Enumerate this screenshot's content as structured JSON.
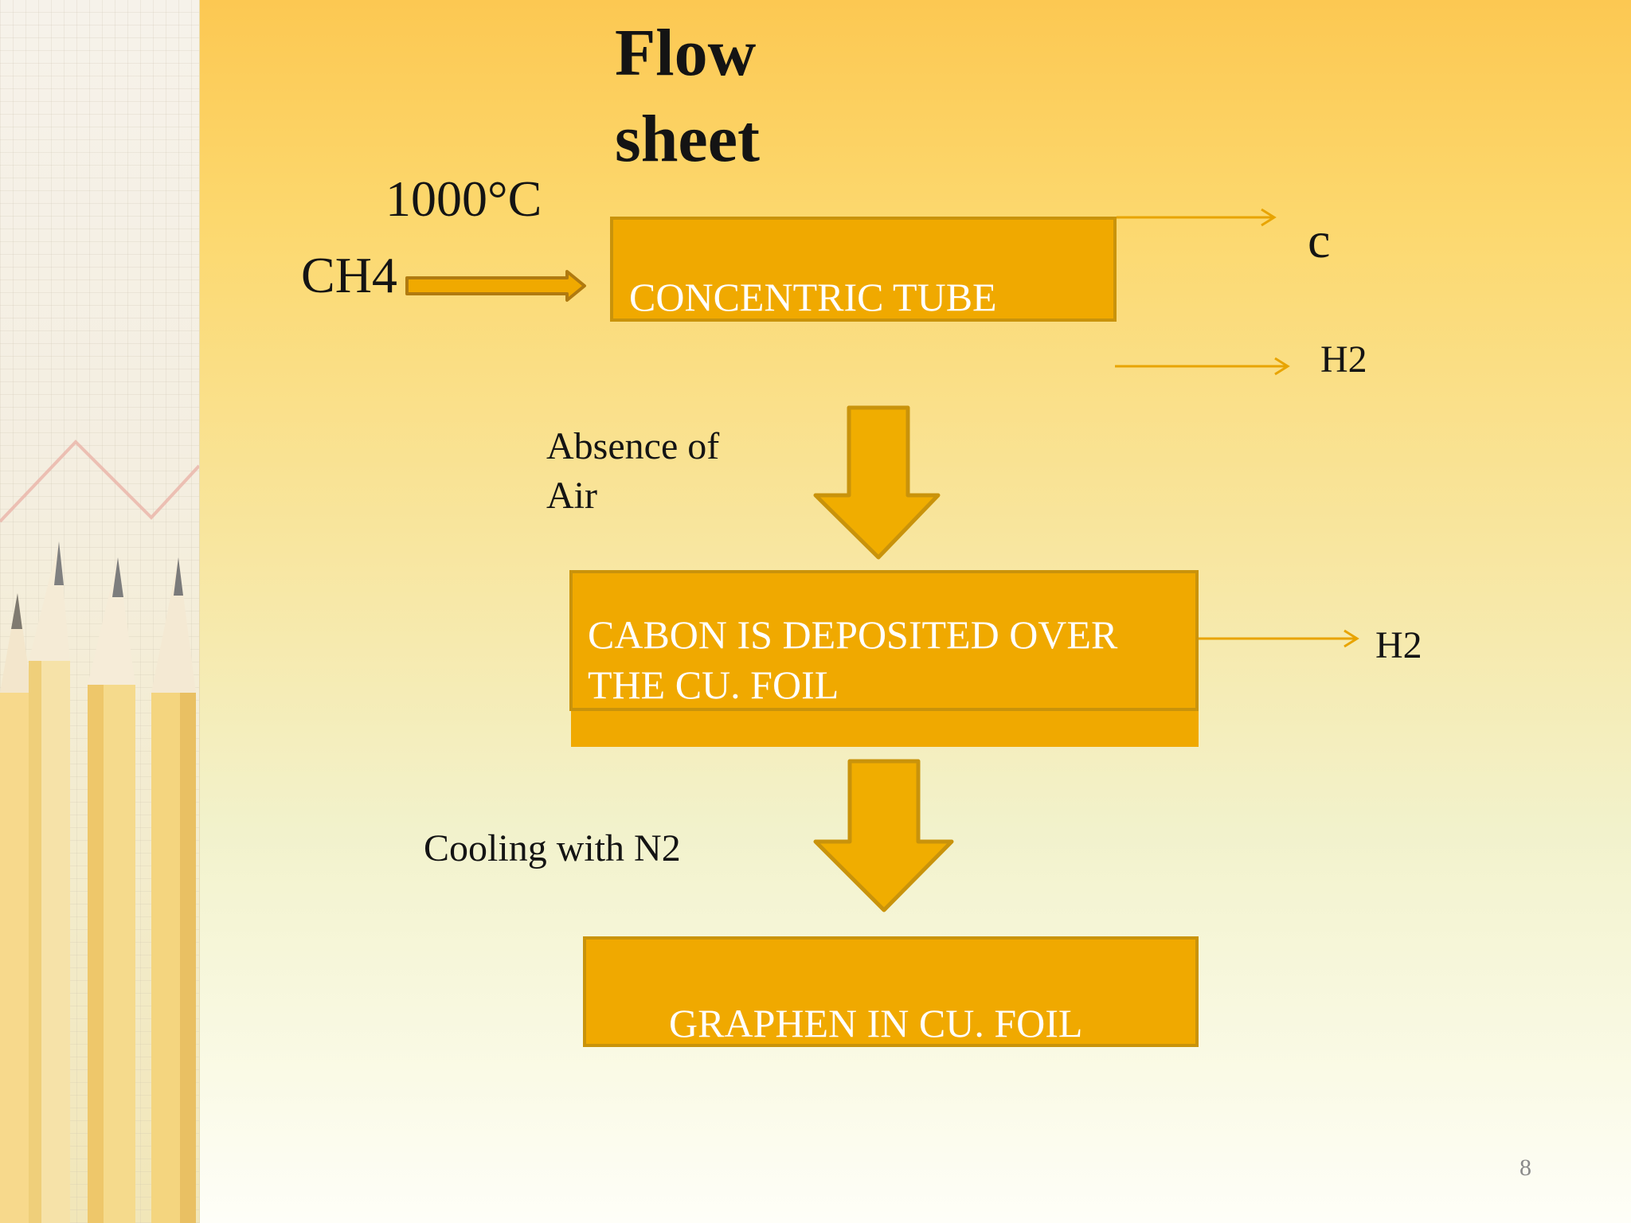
{
  "title": {
    "line1": "Flow",
    "line2": "sheet"
  },
  "temperature": "1000°C",
  "feed": "CH4",
  "boxes": {
    "tube": "CONCENTRIC TUBE",
    "deposit_line1": "CABON IS DEPOSITED OVER",
    "deposit_line2": "THE CU. FOIL",
    "product": "GRAPHEN IN CU. FOIL"
  },
  "outputs": {
    "carbon": "c",
    "hydrogen_1": "H2",
    "hydrogen_2": "H2"
  },
  "conditions": {
    "absence_line1": "Absence of",
    "absence_line2": "Air",
    "cooling": "Cooling with N2"
  },
  "page_number": "8",
  "colors": {
    "box_fill": "#f0a900",
    "box_border": "#c9930b",
    "thin_arrow": "#e8a400",
    "block_arrow": "#f0ad00"
  }
}
